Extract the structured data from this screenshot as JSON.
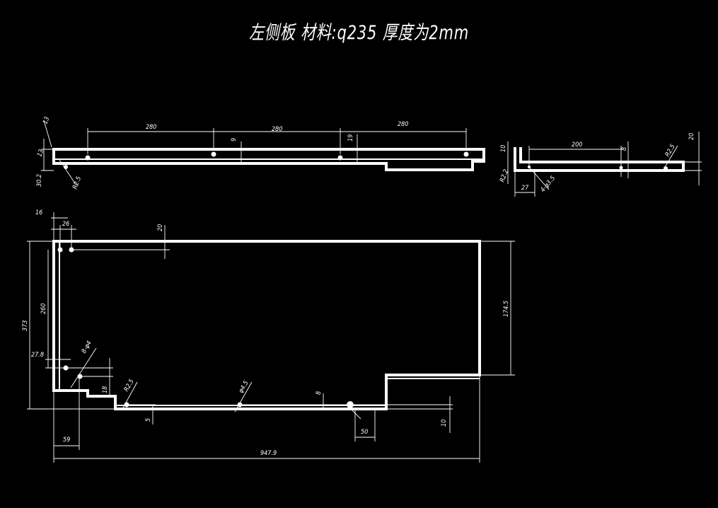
{
  "title": "左侧板   材料:q235  厚度为2mm",
  "top_view": {
    "dims": [
      "280",
      "280",
      "280",
      "9",
      "19",
      "13",
      "13",
      "30.2",
      "R2.5"
    ]
  },
  "side_view": {
    "dims": [
      "200",
      "10",
      "8",
      "20",
      "R2.5",
      "27",
      "R2.2",
      "4-φ3.5"
    ]
  },
  "front_view": {
    "dims": [
      "16",
      "26",
      "20",
      "373",
      "260",
      "27.8",
      "8-φ4",
      "18",
      "R2.5",
      "φ4.5",
      "8",
      "5",
      "10",
      "59",
      "50",
      "947.9",
      "174.5"
    ]
  }
}
